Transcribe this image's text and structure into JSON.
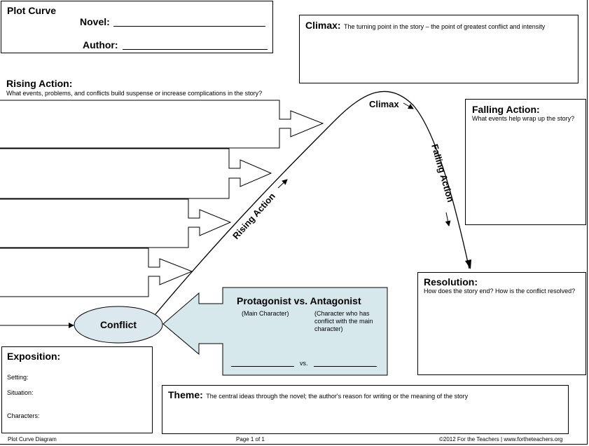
{
  "header": {
    "title": "Plot Curve",
    "novel_label": "Novel:",
    "author_label": "Author:"
  },
  "climax_box": {
    "title": "Climax:",
    "description": "The turning point in the story – the point of greatest conflict and intensity"
  },
  "rising_action": {
    "title": "Rising Action:",
    "description": "What events, problems, and conflicts build suspense or increase complications in the story?"
  },
  "falling_action": {
    "title": "Falling Action:",
    "description": "What events help wrap up the story?"
  },
  "resolution": {
    "title": "Resolution:",
    "description": "How does the story end?  How is the conflict resolved?"
  },
  "curve_labels": {
    "climax": "Climax",
    "rising": "Rising Action",
    "falling": "Falling Action"
  },
  "conflict": {
    "label": "Conflict"
  },
  "protagonist": {
    "title": "Protagonist vs. Antagonist",
    "main_character": "(Main Character)",
    "antagonist_desc": "(Character who has conflict with the main character)",
    "vs": "vs."
  },
  "exposition": {
    "title": "Exposition:",
    "setting": "Setting:",
    "situation": "Situation:",
    "characters": "Characters:"
  },
  "theme": {
    "title": "Theme:",
    "description": "The central ideas through the novel; the author's reason for writing or the meaning of the story"
  },
  "footer": {
    "left": "Plot Curve Diagram",
    "center": "Page 1 of 1",
    "right": "©2012 For the Teachers | www.fortheteachers.org"
  },
  "colors": {
    "conflict_fill": "#dbe9ee",
    "protagonist_fill": "#d7e8ec"
  }
}
